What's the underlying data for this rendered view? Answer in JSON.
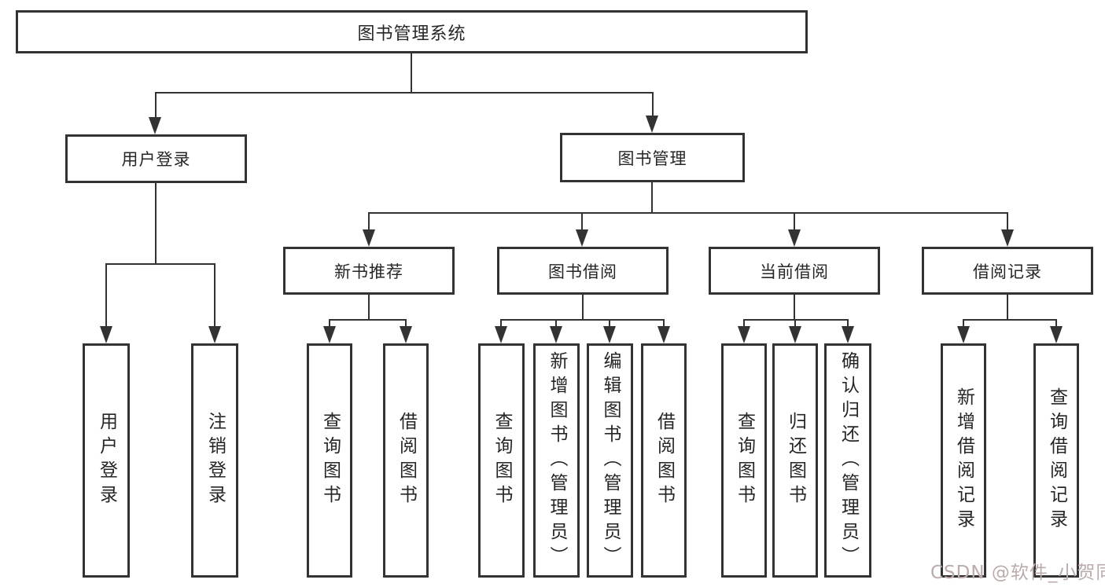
{
  "diagram_title": "图书管理系统",
  "colors": {
    "line": "#333333",
    "text": "#262626",
    "background": "#ffffff",
    "watermark": "#bcabab"
  },
  "nodes": {
    "root": {
      "label": "图书管理系统"
    },
    "user_login": {
      "label": "用户登录",
      "children": [
        {
          "label": "用户登录"
        },
        {
          "label": "注销登录"
        }
      ]
    },
    "book_management": {
      "label": "图书管理",
      "children_groups": [
        "新书推荐",
        "图书借阅",
        "当前借阅",
        "借阅记录"
      ]
    },
    "new_book_recommend": {
      "label": "新书推荐",
      "children": [
        {
          "label": "查询图书"
        },
        {
          "label": "借阅图书"
        }
      ]
    },
    "book_borrow": {
      "label": "图书借阅",
      "children": [
        {
          "label": "查询图书"
        },
        {
          "label": "新增图书（管理员）"
        },
        {
          "label": "编辑图书（管理员）"
        },
        {
          "label": "借阅图书"
        }
      ]
    },
    "current_borrow": {
      "label": "当前借阅",
      "children": [
        {
          "label": "查询图书"
        },
        {
          "label": "归还图书"
        },
        {
          "label": "确认归还（管理员）"
        }
      ]
    },
    "borrow_records": {
      "label": "借阅记录",
      "children": [
        {
          "label": "新增借阅记录"
        },
        {
          "label": "查询借阅记录"
        }
      ]
    }
  },
  "watermark": "CSDN @软件_小贺同学"
}
